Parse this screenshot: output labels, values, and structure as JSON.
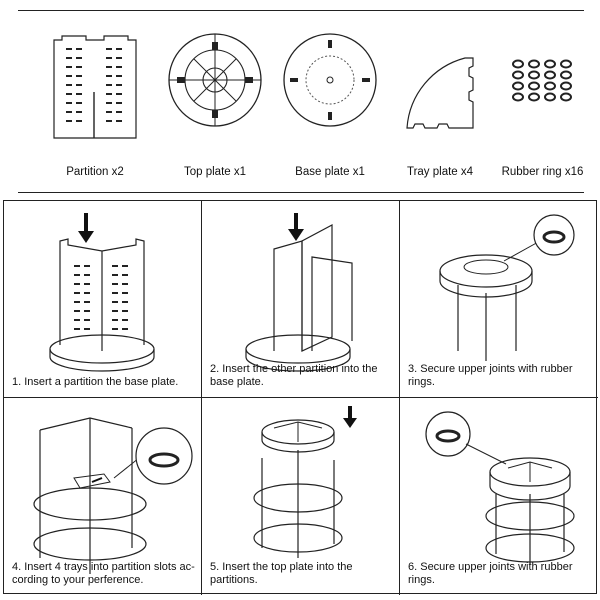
{
  "parts": [
    {
      "label": "Partition x2",
      "icon": "partition-panel-icon"
    },
    {
      "label": "Top plate x1",
      "icon": "top-plate-icon"
    },
    {
      "label": "Base plate x1",
      "icon": "base-plate-icon"
    },
    {
      "label": "Tray plate x4",
      "icon": "tray-plate-icon"
    },
    {
      "label": "Rubber ring x16",
      "icon": "rubber-ring-icon"
    }
  ],
  "steps": [
    {
      "text": "1. Insert a partition the base plate."
    },
    {
      "text": "2. Insert the other partition into the base plate."
    },
    {
      "text": "3. Secure upper joints with rubber rings."
    },
    {
      "text": "4. Insert 4 trays into partition slots ac-cording to your perference."
    },
    {
      "text": "5. Insert the top plate into the partitions."
    },
    {
      "text": "6. Secure upper joints with rubber rings."
    }
  ],
  "colors": {
    "line": "#222222",
    "background": "#ffffff"
  }
}
